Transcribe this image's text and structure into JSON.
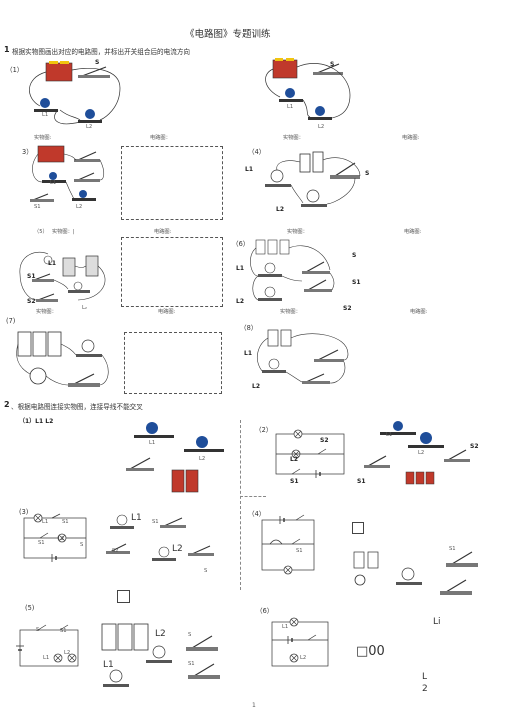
{
  "title": "《电路图》专题训练",
  "q1_heading": "根据实物图画出对应的电路图，并标出开关组合后的电流方向",
  "q2_heading": "、根据电路图连接实物图，连接导线不能交叉",
  "section_numbers": {
    "s1": "1",
    "s2": "2"
  },
  "labels": {
    "p1": "（1）",
    "p3": "3）",
    "p4": "（4）",
    "p5": "（5）",
    "p6": "（6）",
    "p7": "(7)",
    "p8": "（8）",
    "q2_1": "（1）L1 L2",
    "q2_2": "（2）",
    "q2_3": "(3)",
    "q2_4": "（4）",
    "q2_5": "(5)",
    "q2_6": "（6）"
  },
  "captions": {
    "real": "实物图:",
    "circuit": "电路图：",
    "real_colon": "实物图：",
    "circuit_colon": "电路图:",
    "real_5": "实物图：|",
    "circuit_5": "电路图:"
  },
  "components": {
    "S": "S",
    "L1": "L1",
    "L2": "L2",
    "S1": "S1",
    "S2": "S2",
    "L1b": "L₁",
    "L2b": "L₂",
    "Li": "Li",
    "L": "L",
    "two": "2",
    "oo": "□00",
    "sq": "□"
  },
  "page_number": "1"
}
